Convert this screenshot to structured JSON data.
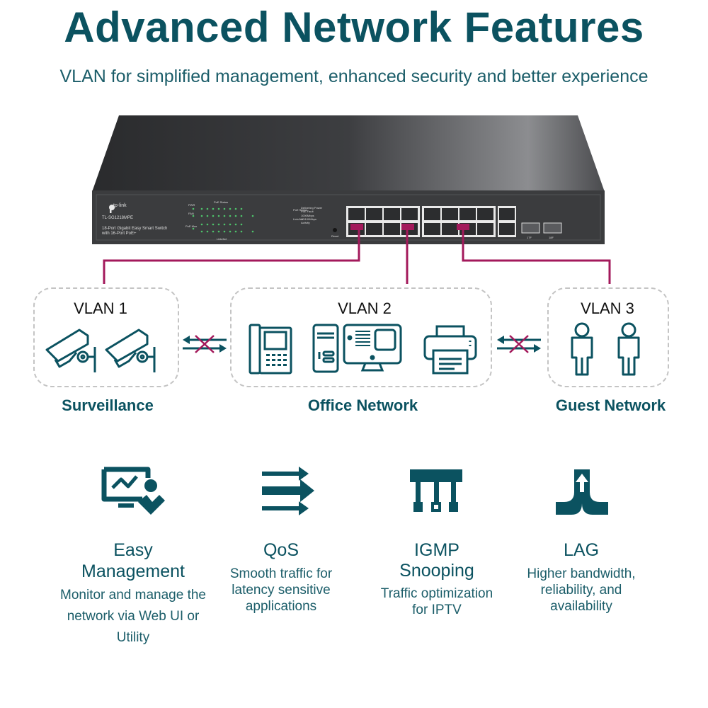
{
  "header": {
    "title": "Advanced Network Features",
    "subtitle": "VLAN for simplified management, enhanced security and better experience"
  },
  "switch": {
    "brand": "tp-link",
    "model": "TL-SG1218MPE",
    "description_line1": "18-Port Gigabit Easy Smart Switch",
    "description_line2": "with 16-Port PoE+",
    "led_labels": {
      "pwr": "PWR",
      "fan": "FAN",
      "poe_max": "PoE Max",
      "poe_status": "PoE Status",
      "link_act": "Link/Act"
    },
    "legend": {
      "poe_status": "PoE Status",
      "delivering_power": "Delivering Power",
      "poe_fault": "PoE Fault",
      "link_act": "Link/Act",
      "speed_1000": "1000Mbps",
      "speed_10_100": "10/100Mbps",
      "activity": "Activity"
    },
    "reset_label": "Reset",
    "sfp_labels": [
      "17F",
      "18F"
    ],
    "colors": {
      "body": "#3a3b3d",
      "port_frame": "#e9e9e9",
      "vlan_link": "#a3195b"
    }
  },
  "vlans": [
    {
      "id": "vlan1",
      "title": "VLAN 1",
      "group": "Surveillance",
      "devices": [
        "camera",
        "camera"
      ]
    },
    {
      "id": "vlan2",
      "title": "VLAN 2",
      "group": "Office Network",
      "devices": [
        "desk-phone",
        "desktop-computer",
        "printer"
      ]
    },
    {
      "id": "vlan3",
      "title": "VLAN 3",
      "group": "Guest Network",
      "devices": [
        "person",
        "person"
      ]
    }
  ],
  "isolation": {
    "blocked_indicator": "cross-mark",
    "cross_color": "#a3195b",
    "arrow_color": "#0b5260"
  },
  "features": [
    {
      "icon": "monitor-user-check-icon",
      "title_line1": "Easy",
      "title_line2": "Management",
      "desc_lines": [
        "Monitor and manage the",
        "network via Web UI or",
        "Utility"
      ]
    },
    {
      "icon": "qos-arrows-icon",
      "title_line1": "QoS",
      "title_line2": "",
      "desc_lines": [
        "Smooth traffic for",
        "latency sensitive",
        "applications"
      ]
    },
    {
      "icon": "igmp-snooping-icon",
      "title_line1": "IGMP",
      "title_line2": "Snooping",
      "desc_lines": [
        "Traffic optimization",
        "for IPTV"
      ]
    },
    {
      "icon": "lag-merge-icon",
      "title_line1": "LAG",
      "title_line2": "",
      "desc_lines": [
        "Higher bandwidth,",
        "reliability, and",
        "availability"
      ]
    }
  ],
  "colors": {
    "primary": "#0b5260",
    "accent": "#a3195b",
    "dashed_border": "#c4c4c4"
  }
}
